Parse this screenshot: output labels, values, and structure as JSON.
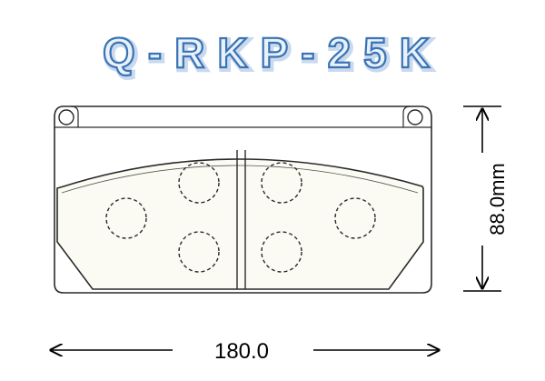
{
  "title": "Q-RKP-25K",
  "width_label": "180.0",
  "height_label": "88.0mm",
  "colors": {
    "title_fill": "#e9f1fb",
    "title_stroke": "#3a73b4",
    "title_shadow": "#c9d9ee",
    "outline": "#2a2a2a",
    "pad_fill": "#fbfbf3",
    "arrow": "#000000"
  }
}
